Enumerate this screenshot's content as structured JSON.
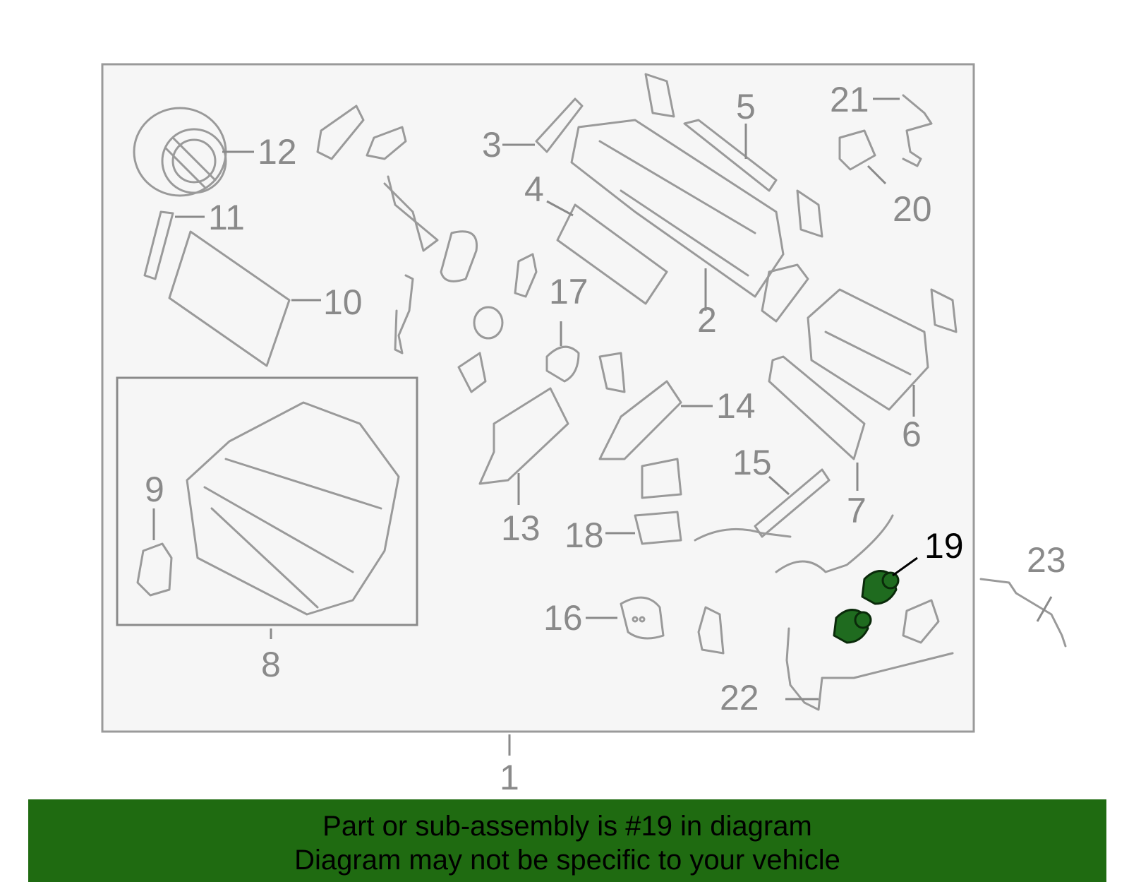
{
  "callouts": {
    "c1": "1",
    "c2": "2",
    "c3": "3",
    "c4": "4",
    "c5": "5",
    "c6": "6",
    "c7": "7",
    "c8": "8",
    "c9": "9",
    "c10": "10",
    "c11": "11",
    "c12": "12",
    "c13": "13",
    "c14": "14",
    "c15": "15",
    "c16": "16",
    "c17": "17",
    "c18": "18",
    "c19": "19",
    "c20": "20",
    "c21": "21",
    "c22": "22",
    "c23": "23"
  },
  "highlight": {
    "callout": "19",
    "color": "#1f6b1f"
  },
  "banner": {
    "line1": "Part or sub-assembly is #19 in diagram",
    "line2": "Diagram may not be specific to your vehicle",
    "background": "#1f6b11"
  }
}
